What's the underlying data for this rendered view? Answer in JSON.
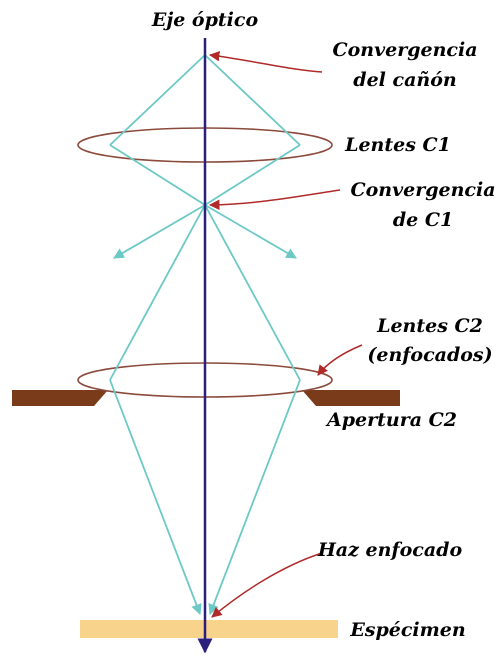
{
  "diagram": {
    "title": "Eje óptico",
    "labels": {
      "gun_crossover_line1": "Convergencia",
      "gun_crossover_line2": "del cañón",
      "lens_c1": "Lentes C1",
      "c1_crossover_line1": "Convergencia",
      "c1_crossover_line2": "de C1",
      "lens_c2_line1": "Lentes C2",
      "lens_c2_line2": "(enfocados)",
      "aperture_c2": "Apertura C2",
      "focused_beam": "Haz enfocado",
      "specimen": "Espécimen"
    },
    "colors": {
      "optic_axis": "#2a1f7a",
      "beam": "#6cc9c6",
      "lens": "#8b4a3c",
      "aperture": "#7a3b1a",
      "specimen": "#f8d38b",
      "pointer": "#b02a2a",
      "text": "#000000"
    }
  }
}
